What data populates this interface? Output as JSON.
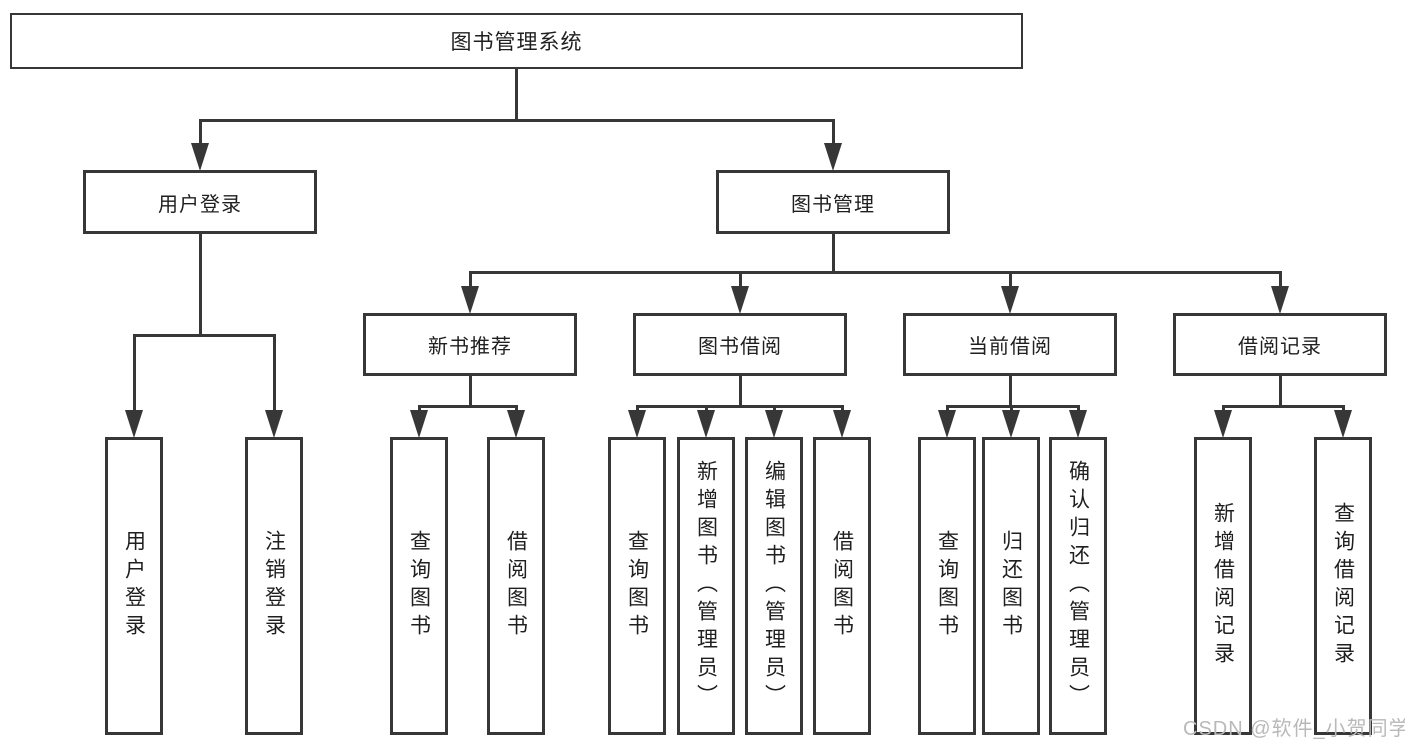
{
  "diagram": {
    "root": {
      "label": "图书管理系统"
    },
    "branches": [
      {
        "label": "用户登录",
        "children": [
          {
            "label": "用户登录"
          },
          {
            "label": "注销登录"
          }
        ]
      },
      {
        "label": "图书管理",
        "groups": [
          {
            "label": "新书推荐",
            "children": [
              {
                "label": "查询图书"
              },
              {
                "label": "借阅图书"
              }
            ]
          },
          {
            "label": "图书借阅",
            "children": [
              {
                "label": "查询图书"
              },
              {
                "label": "新增图书（管理员）"
              },
              {
                "label": "编辑图书（管理员）"
              },
              {
                "label": "借阅图书"
              }
            ]
          },
          {
            "label": "当前借阅",
            "children": [
              {
                "label": "查询图书"
              },
              {
                "label": "归还图书"
              },
              {
                "label": "确认归还（管理员）"
              }
            ]
          },
          {
            "label": "借阅记录",
            "children": [
              {
                "label": "新增借阅记录"
              },
              {
                "label": "查询借阅记录"
              }
            ]
          }
        ]
      }
    ]
  },
  "watermark": "CSDN @软件_小贺同学",
  "colors": {
    "line": "#373737",
    "text": "#1f1f1f",
    "background": "#ffffff",
    "watermark": "#b9b9b9"
  }
}
